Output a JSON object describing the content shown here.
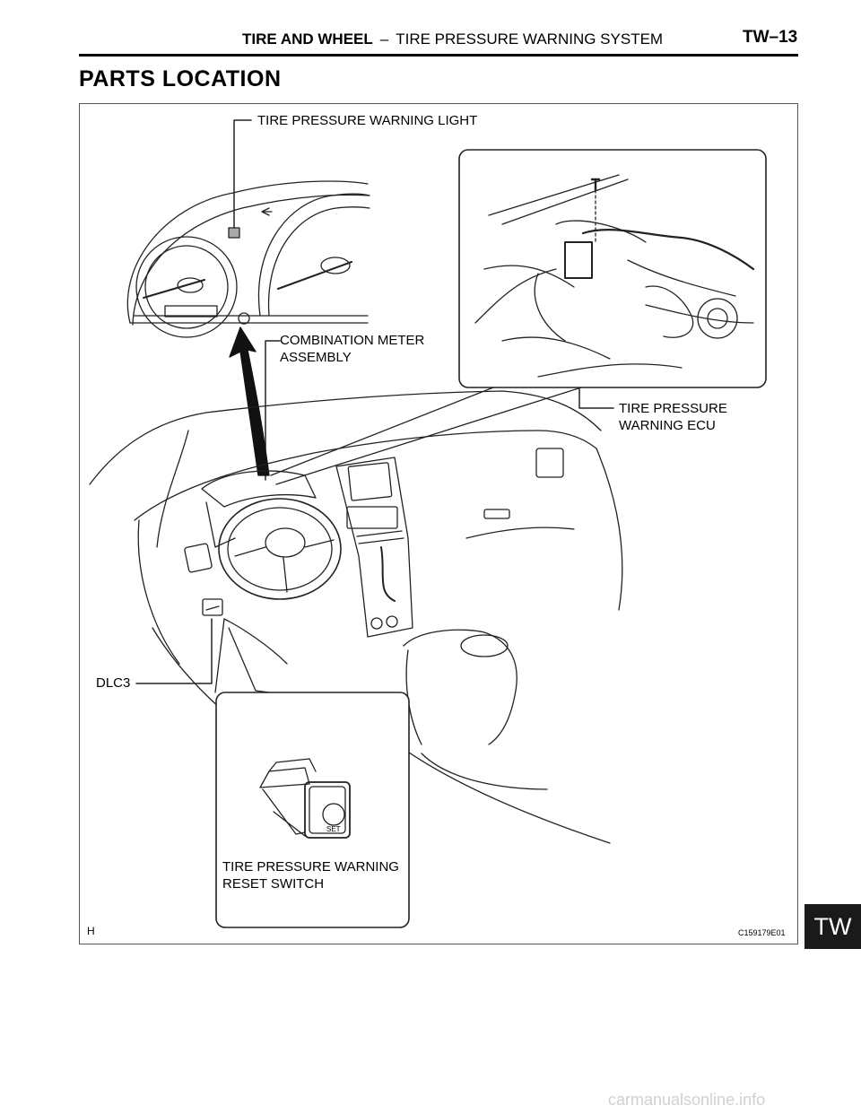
{
  "header": {
    "section": "TIRE AND WHEEL",
    "separator": "–",
    "subsection": "TIRE PRESSURE WARNING SYSTEM",
    "page_number": "TW–13"
  },
  "title": "PARTS LOCATION",
  "labels": {
    "warning_light": "TIRE PRESSURE WARNING LIGHT",
    "combination_meter": "COMBINATION METER\nASSEMBLY",
    "warning_ecu": "TIRE PRESSURE\nWARNING ECU",
    "dlc3": "DLC3",
    "reset_switch": "TIRE PRESSURE WARNING\nRESET SWITCH",
    "switch_text": "SET"
  },
  "footer": {
    "h_mark": "H",
    "figure_id": "C159179E01"
  },
  "side_tab": "TW",
  "watermark": "carmanualsonline.info"
}
